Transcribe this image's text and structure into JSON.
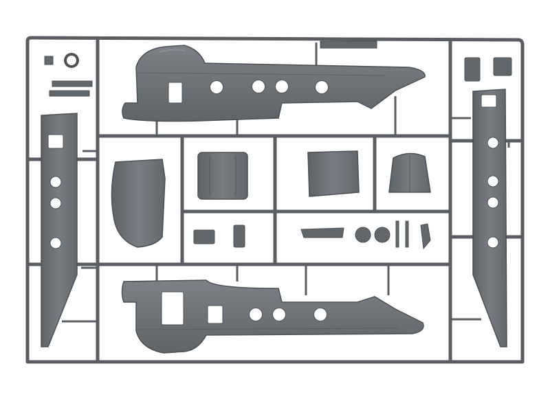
{
  "photo": {
    "background_color": "#ffffff",
    "plastic_color": "#6e7479",
    "plastic_dark": "#55595d",
    "plastic_light": "#8a9095",
    "hole_color": "#ffffff"
  },
  "parts": {
    "fuselage_half": 2,
    "side_panel": 2,
    "canopy_piece": 1,
    "door_panel": 3,
    "small_parts": 10
  }
}
